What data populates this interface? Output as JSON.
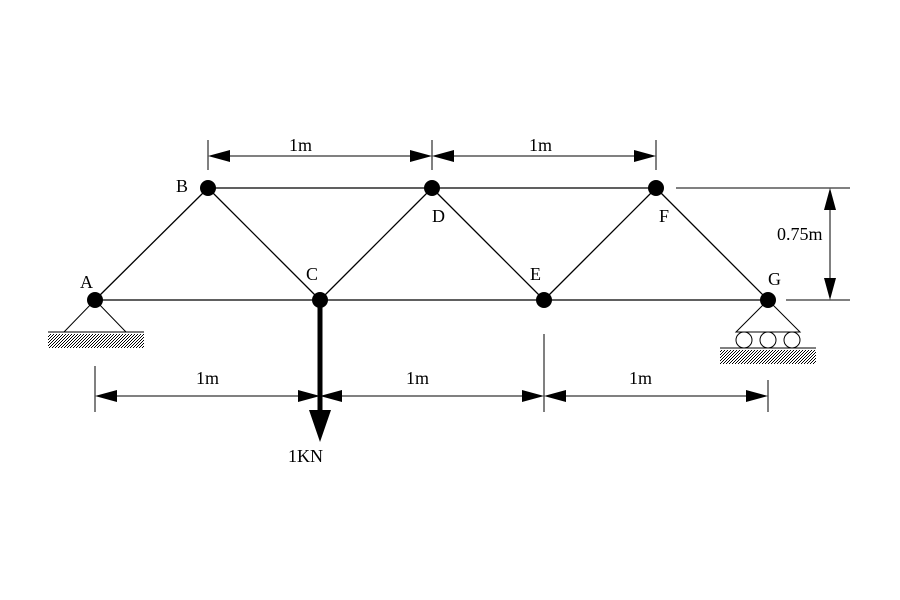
{
  "diagram": {
    "nodes": [
      {
        "id": "A",
        "label": "A"
      },
      {
        "id": "B",
        "label": "B"
      },
      {
        "id": "C",
        "label": "C"
      },
      {
        "id": "D",
        "label": "D"
      },
      {
        "id": "E",
        "label": "E"
      },
      {
        "id": "F",
        "label": "F"
      },
      {
        "id": "G",
        "label": "G"
      }
    ],
    "members": [
      [
        "A",
        "B"
      ],
      [
        "B",
        "C"
      ],
      [
        "A",
        "C"
      ],
      [
        "C",
        "D"
      ],
      [
        "B",
        "D"
      ],
      [
        "D",
        "E"
      ],
      [
        "C",
        "E"
      ],
      [
        "E",
        "F"
      ],
      [
        "D",
        "F"
      ],
      [
        "F",
        "G"
      ],
      [
        "E",
        "G"
      ]
    ],
    "dimensions": {
      "top_left": "1m",
      "top_right": "1m",
      "height": "0.75m",
      "bottom_left": "1m",
      "bottom_middle": "1m",
      "bottom_right": "1m"
    },
    "load": {
      "at": "C",
      "label": "1KN"
    },
    "supports": {
      "A": "pin-support-icon",
      "G": "roller-support-icon"
    }
  }
}
